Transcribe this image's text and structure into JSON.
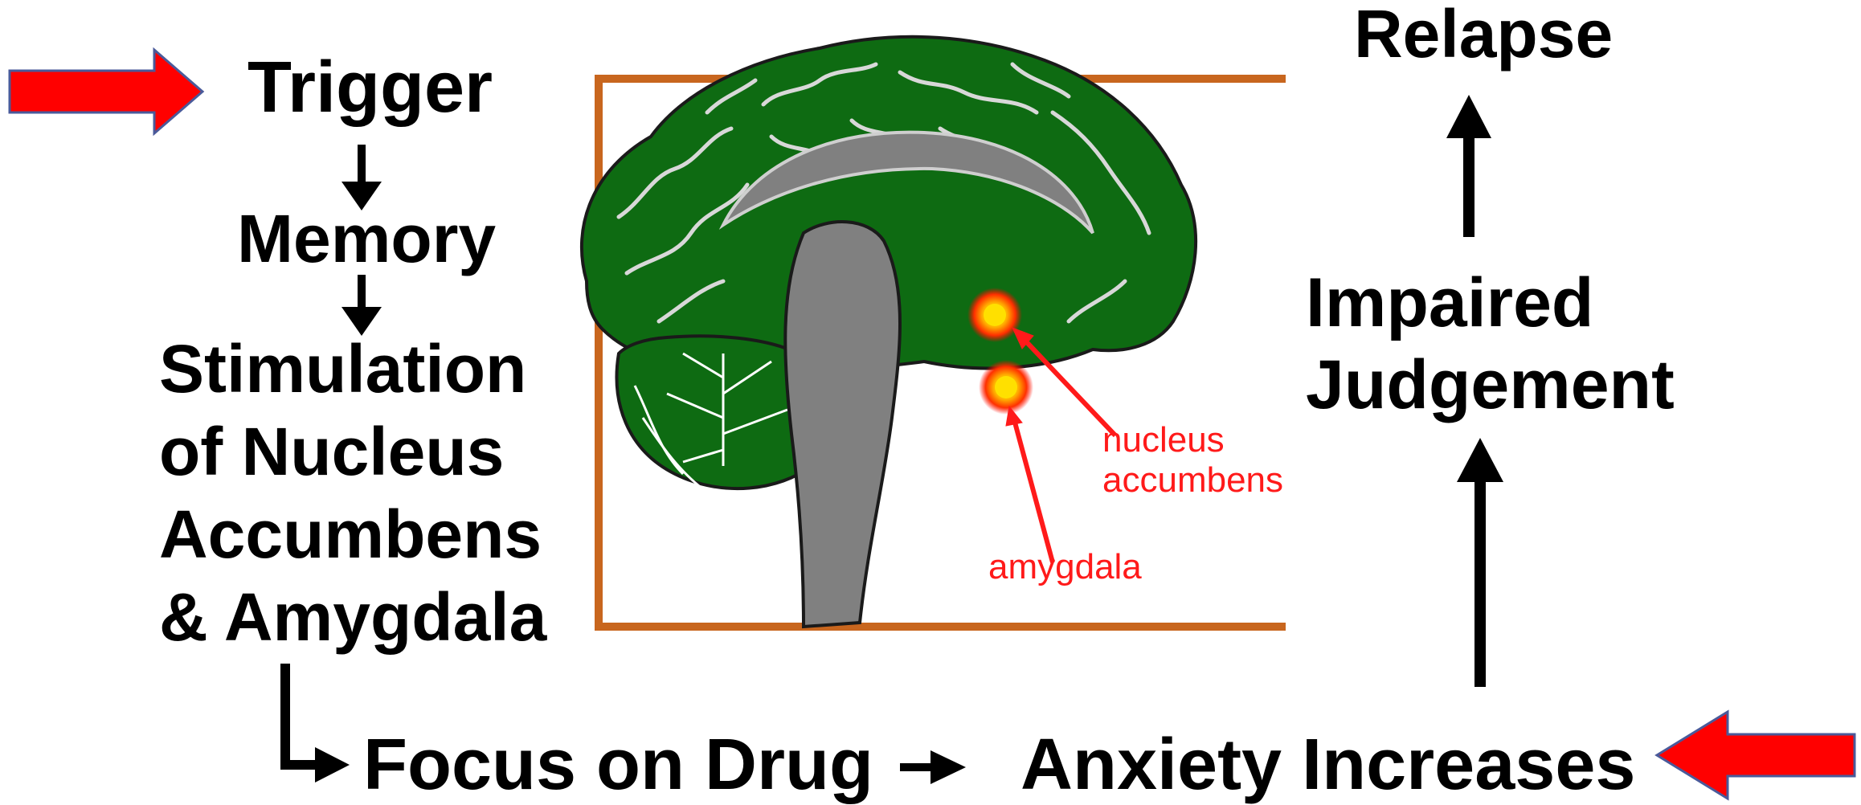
{
  "flow": {
    "trigger": "Trigger",
    "memory": "Memory",
    "stimulation_lines": [
      "Stimulation",
      "of Nucleus",
      "Accumbens",
      "& Amygdala"
    ],
    "focus": "Focus on Drug",
    "anxiety": "Anxiety Increases",
    "impaired_lines": [
      "Impaired",
      "Judgement"
    ],
    "relapse": "Relapse"
  },
  "brain": {
    "labels": {
      "nucleus_accumbens_lines": [
        "nucleus",
        "accumbens"
      ],
      "amygdala": "amygdala"
    }
  },
  "colors": {
    "text": "#000000",
    "pointer_arrow_fill": "#ff0000",
    "pointer_arrow_stroke": "#4a5a9a",
    "brain_green": "#0e6b12",
    "brainstem_gray": "#808080",
    "frame_orange": "#c8661e",
    "brain_label_red": "#ff1a1a",
    "hotspot_core": "#ffe000"
  },
  "icons": {
    "left_pointer": "right-pointing-red-arrow",
    "right_pointer": "left-pointing-red-arrow",
    "brain": "brain-sagittal-section"
  }
}
